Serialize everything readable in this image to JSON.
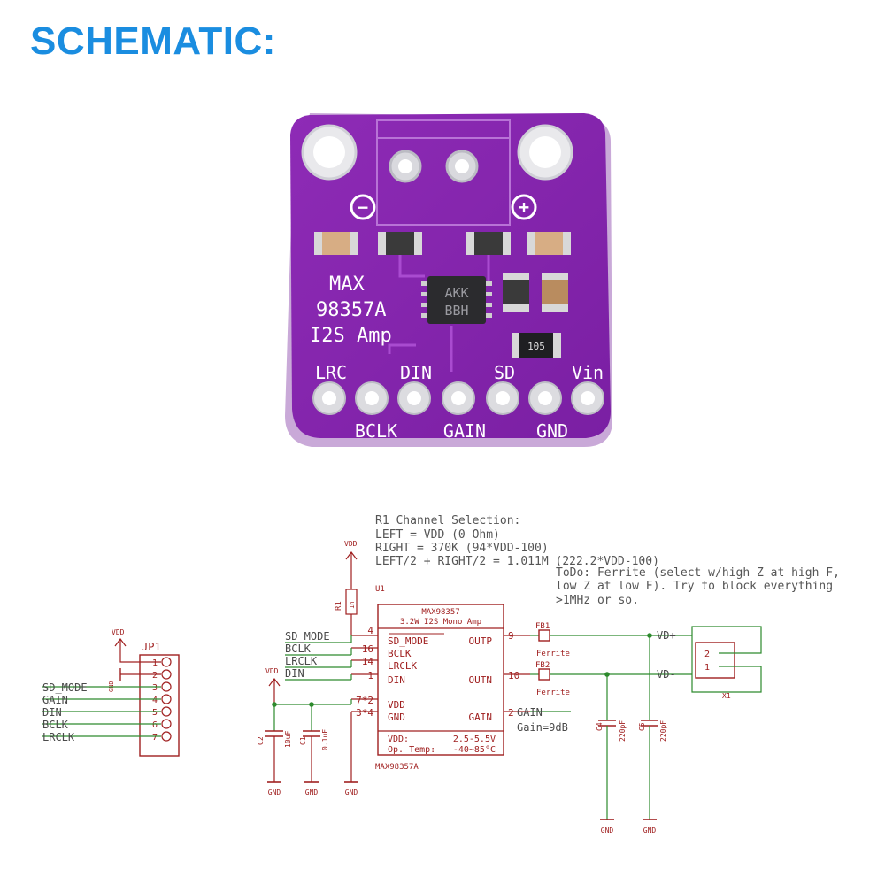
{
  "heading": "SCHEMATIC:",
  "board": {
    "silkscreen": {
      "line1": "MAX",
      "line2": "98357A",
      "line3": "I2S Amp",
      "minus": "−",
      "plus": "+"
    },
    "chip_marking": {
      "line1": "AKK",
      "line2": "BBH"
    },
    "resistor_marking": "105",
    "pin_labels_top": [
      "LRC",
      "DIN",
      "SD",
      "Vin"
    ],
    "pin_labels_bottom": [
      "BCLK",
      "GAIN",
      "GND"
    ]
  },
  "schematic": {
    "note": {
      "title": "R1 Channel Selection:",
      "left": "LEFT = VDD (0 Ohm)",
      "right": "RIGHT = 370K (94*VDD-100)",
      "both": "LEFT/2 + RIGHT/2 = 1.011M (222.2*VDD-100)"
    },
    "todo": {
      "line1": "ToDo: Ferrite (select w/high Z at high F,",
      "line2": "low Z at low F). Try to block everything",
      "line3": ">1MHz or so."
    },
    "jp1": {
      "ref": "JP1",
      "vdd": "VDD",
      "gnd": "GND",
      "pins": [
        "1",
        "2",
        "3",
        "4",
        "5",
        "6",
        "7"
      ],
      "nets": [
        "SD_MODE",
        "GAIN",
        "DIN",
        "BCLK",
        "LRCLK"
      ]
    },
    "u1": {
      "ref": "U1",
      "part": "MAX98357",
      "desc": "3.2W I2S Mono Amp",
      "left_pins": [
        "SD_MODE",
        "BCLK",
        "LRCLK",
        "DIN",
        "VDD",
        "GND"
      ],
      "left_nums": [
        "4",
        "16",
        "14",
        "1",
        "7*2",
        "3*4"
      ],
      "right_pins": [
        "OUTP",
        "OUTN",
        "GAIN"
      ],
      "right_nums": [
        "9",
        "10",
        "2"
      ],
      "footer_l1": "VDD:",
      "footer_v1": "2.5-5.5V",
      "footer_l2": "Op. Temp:",
      "footer_v2": "-40~85°C",
      "value": "MAX98357A",
      "net_labels": [
        "SD_MODE",
        "BCLK",
        "LRCLK",
        "DIN"
      ]
    },
    "r1": {
      "ref": "R1",
      "value": "1n",
      "vdd": "VDD"
    },
    "vdd_label": "VDD",
    "c2": {
      "ref": "C2",
      "value": "10uF"
    },
    "c1": {
      "ref": "C1",
      "value": "0.1uF"
    },
    "c4": {
      "ref": "C4",
      "value": "220pF"
    },
    "c5": {
      "ref": "C5",
      "value": "220pF"
    },
    "fb1": {
      "ref": "FB1",
      "value": "Ferrite"
    },
    "fb2": {
      "ref": "FB2",
      "value": "Ferrite"
    },
    "gain_net": "GAIN",
    "gain_note": "Gain=9dB",
    "vdp": "VD+",
    "vdm": "VD-",
    "x1": {
      "ref": "X1",
      "pin2": "2",
      "pin1": "1"
    },
    "gnd": "GND"
  }
}
